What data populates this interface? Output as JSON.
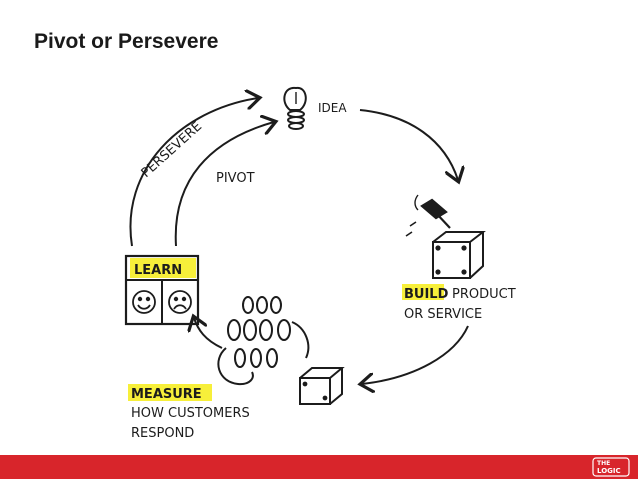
{
  "slide": {
    "title": "Pivot or Persevere"
  },
  "diagram": {
    "idea_label": "IDEA",
    "persevere_label": "PERSEVERE",
    "pivot_label": "PIVOT",
    "learn_label": "LEARN",
    "build_highlight": "BUILD",
    "build_rest": "PRODUCT",
    "build_line2": "OR SERVICE",
    "measure_highlight": "MEASURE",
    "measure_line2": "HOW CUSTOMERS",
    "measure_line3": "RESPOND"
  },
  "footer": {
    "logo_line1": "THE",
    "logo_line2": "LOGIC"
  },
  "colors": {
    "highlight": "#f7ef3a",
    "footer": "#d8252b",
    "ink": "#1c1c1c"
  }
}
